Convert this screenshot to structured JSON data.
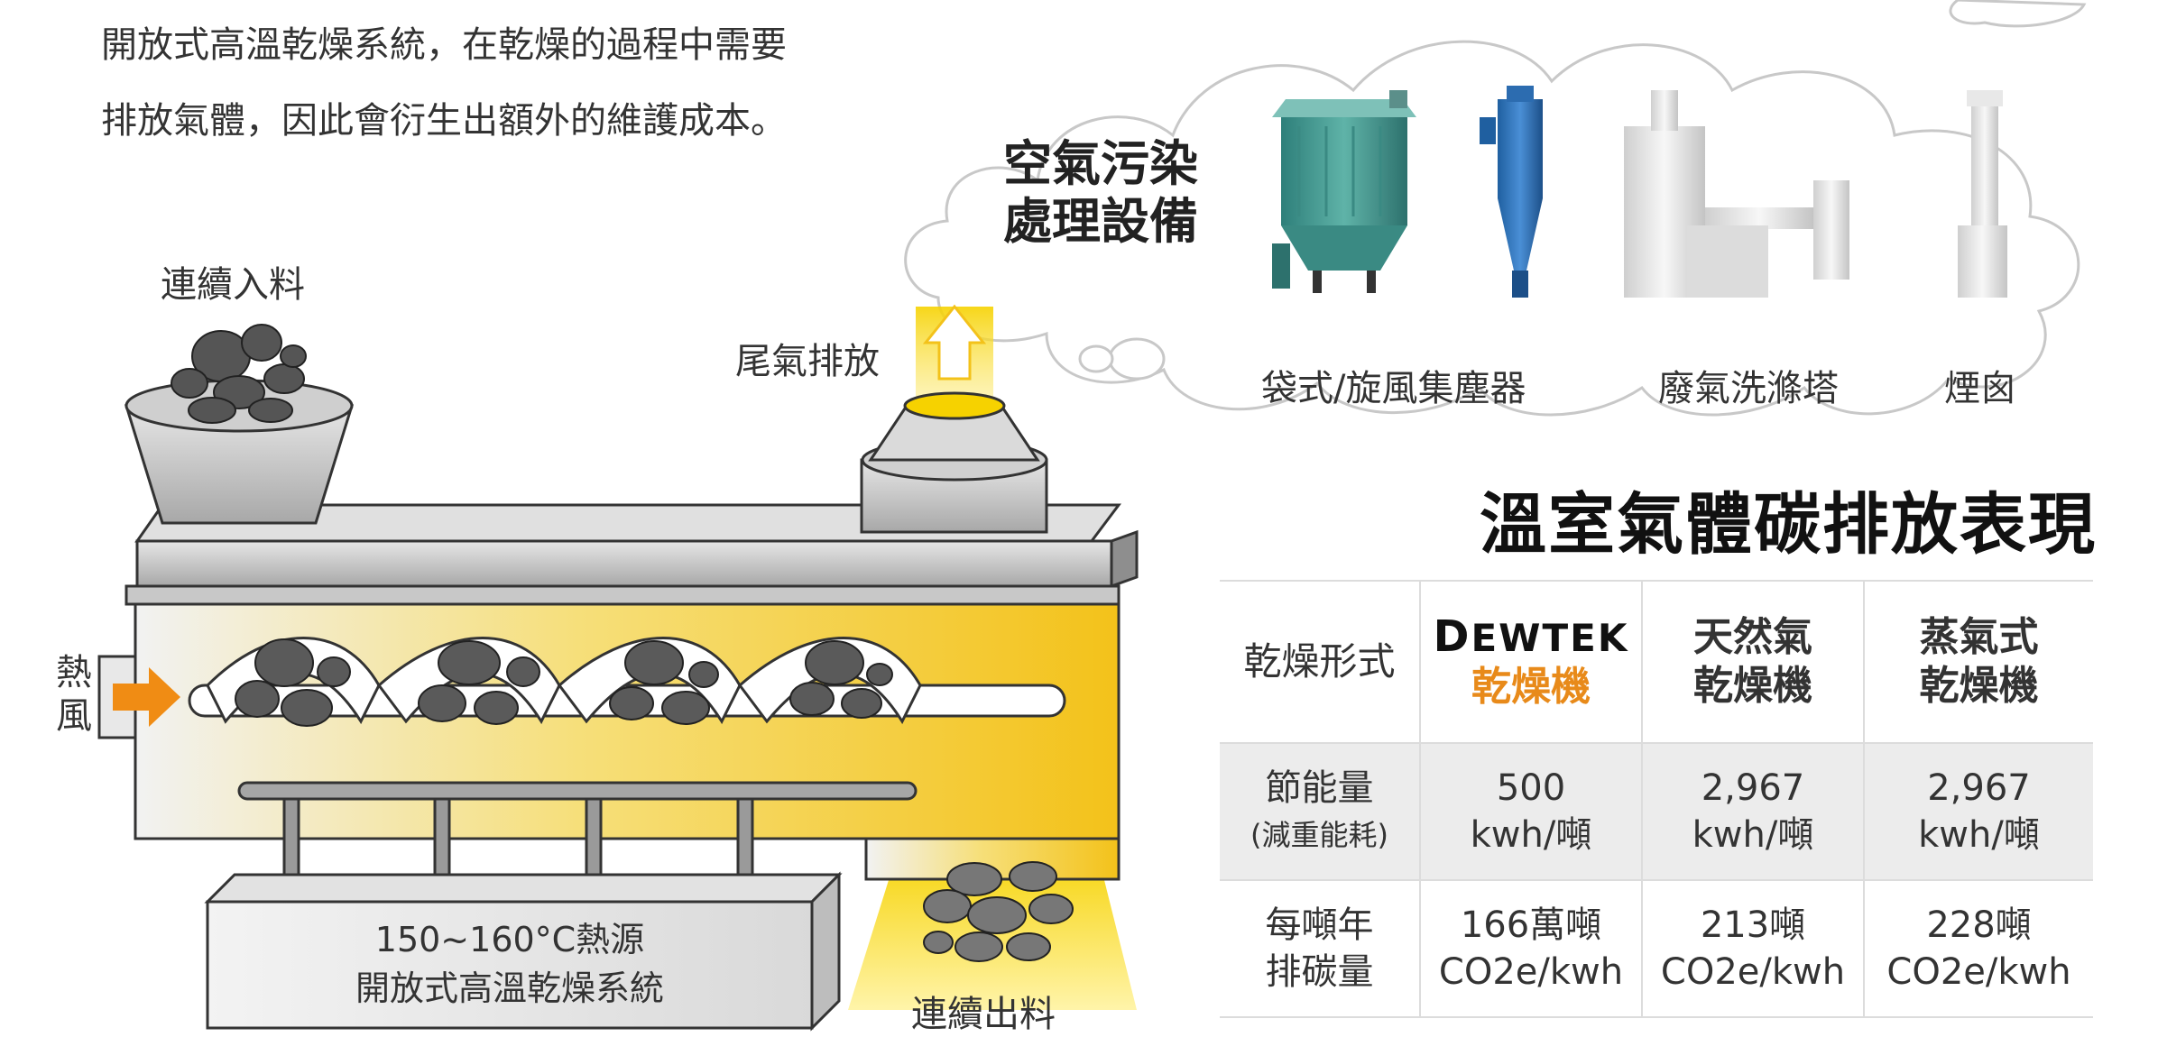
{
  "intro": {
    "line1": "開放式高溫乾燥系統，在乾燥的過程中需要",
    "line2": "排放氣體，因此會衍生出額外的維護成本。"
  },
  "diagram": {
    "feed_label": "連續入料",
    "exhaust_label": "尾氣排放",
    "hot_air_label_1": "熱",
    "hot_air_label_2": "風",
    "heat_source_line1": "150~160°C熱源",
    "heat_source_line2": "開放式高溫乾燥系統",
    "output_label": "連續出料"
  },
  "air_pollution": {
    "title_line1": "空氣污染",
    "title_line2": "處理設備",
    "equipment": [
      "袋式/旋風集塵器",
      "廢氣洗滌塔",
      "煙囪"
    ]
  },
  "comparison": {
    "heading": "溫室氣體碳排放表現",
    "header": {
      "col0": "乾燥形式",
      "brand_first": "D",
      "brand_rest": "EWTEK",
      "col1": "乾燥機",
      "col2_l1": "天然氣",
      "col2_l2": "乾燥機",
      "col3_l1": "蒸氣式",
      "col3_l2": "乾燥機"
    },
    "rows": [
      {
        "label_l1": "節能量",
        "label_l2": "(減重能耗)",
        "c1_l1": "500",
        "c1_l2": "kwh/噸",
        "c2_l1": "2,967",
        "c2_l2": "kwh/噸",
        "c3_l1": "2,967",
        "c3_l2": "kwh/噸"
      },
      {
        "label_l1": "每噸年",
        "label_l2": "排碳量",
        "c1_l1": "166萬噸",
        "c1_l2": "CO2e/kwh",
        "c2_l1": "213噸",
        "c2_l2": "CO2e/kwh",
        "c3_l1": "228噸",
        "c3_l2": "CO2e/kwh"
      }
    ]
  },
  "colors": {
    "accent_orange": "#e88a1a",
    "heat_yellow": "#f5c518",
    "stone_gray": "#666666",
    "machine_gray": "#bdbdbd"
  }
}
